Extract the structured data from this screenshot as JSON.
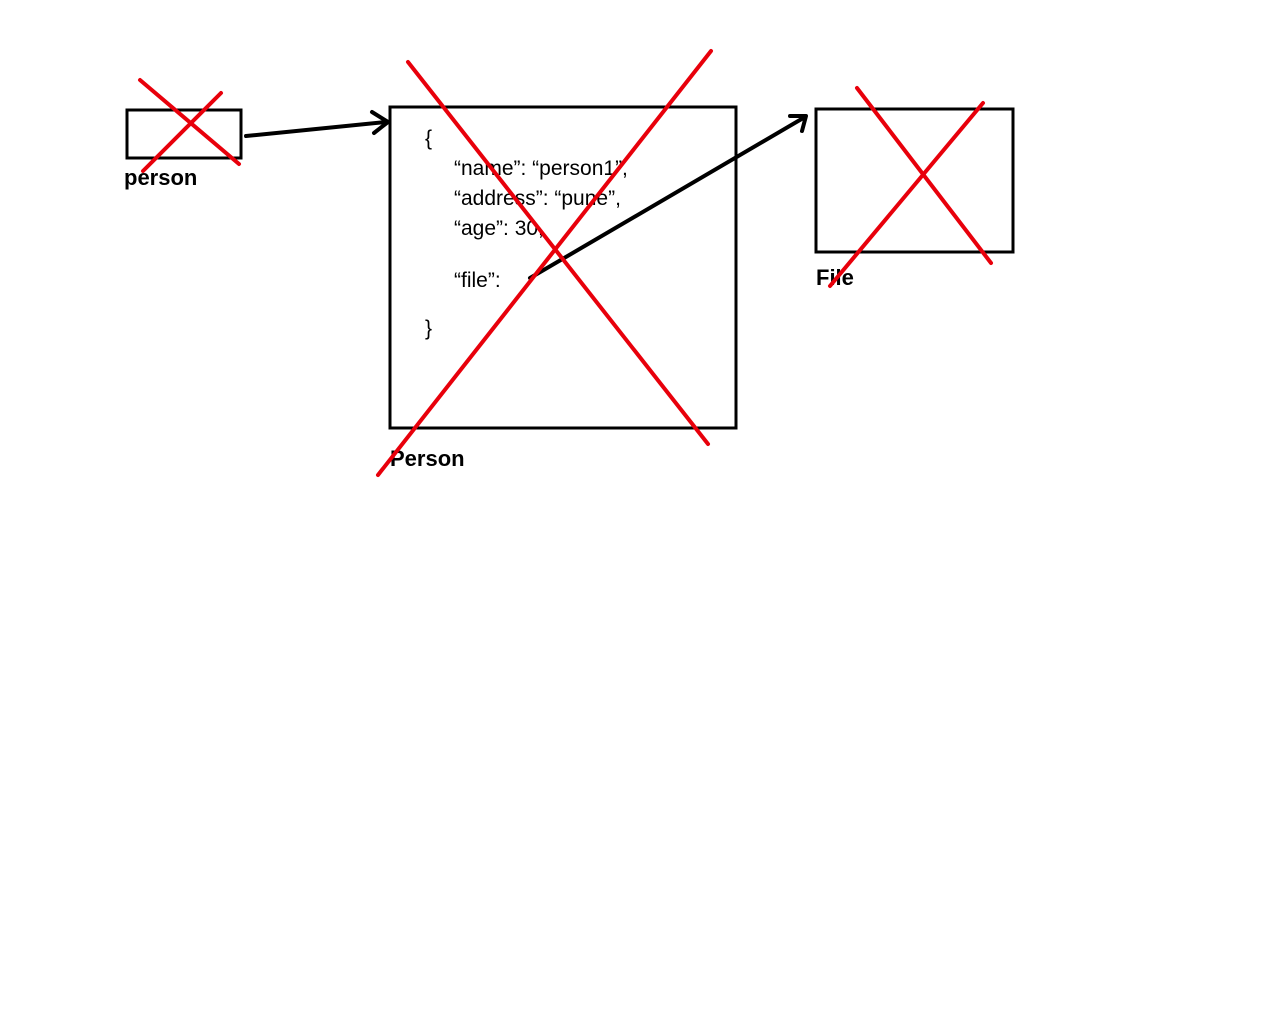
{
  "labels": {
    "person_var": "person",
    "person_object": "Person",
    "file_object": "File"
  },
  "json_body": {
    "open_brace": "{",
    "name_line": "“name”: “person1”,",
    "address_line": "“address”: “pune”,",
    "age_line": "“age”: 30,",
    "file_line": "“file”:",
    "close_brace": "}"
  },
  "colors": {
    "cross": "#e8000b",
    "stroke": "#000000",
    "background": "#ffffff"
  }
}
